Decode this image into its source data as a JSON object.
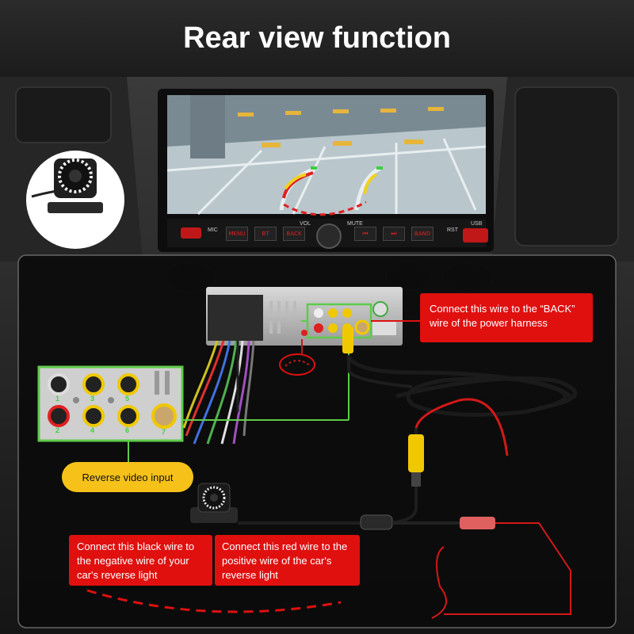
{
  "title": "Rear view function",
  "head_unit": {
    "mic_label": "MIC",
    "vol_label": "VOL",
    "mute_label": "MUTE",
    "rst_label": "RST",
    "usb_label": "USB",
    "buttons": [
      "MENU",
      "BT",
      "BACK",
      "⏮",
      "⏭",
      "BAND"
    ]
  },
  "rca_numbers": [
    "1",
    "2",
    "3",
    "4",
    "5",
    "6",
    "7"
  ],
  "callouts": {
    "back_wire": [
      "Connect this wire to the “BACK”",
      "wire of the power harness"
    ],
    "black_wire": [
      "Connect this black wire to",
      "the negative wire of your",
      "car's reverse light"
    ],
    "red_wire": [
      "Connect this red wire to the",
      "positive wire of the car's",
      "reverse light"
    ]
  },
  "reverse_video_input": "Reverse video input",
  "colors": {
    "callout_red": "#e0100f",
    "pill_yellow": "#f6c21a",
    "highlight_green": "#5ecb4a",
    "wire_red": "#d41818"
  },
  "icons": [
    "rear-camera-icon",
    "rca-jack-icon",
    "power-harness-icon"
  ]
}
